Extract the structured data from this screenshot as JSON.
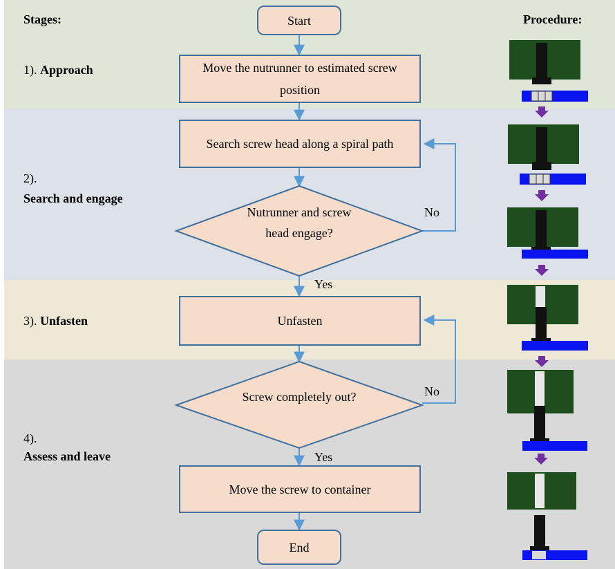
{
  "headers": {
    "stages": "Stages:",
    "procedure": "Procedure:"
  },
  "stages": [
    {
      "num": "1).",
      "name": "Approach"
    },
    {
      "num": "2).",
      "name": "Search and engage"
    },
    {
      "num": "3).",
      "name": "Unfasten"
    },
    {
      "num": "4).",
      "name": "Assess and leave"
    }
  ],
  "flow": {
    "start": "Start",
    "approach_step": "Move the nutrunner to estimated screw position",
    "search_step": "Search screw head along a spiral path",
    "engage_decision": "Nutrunner and screw head engage?",
    "unfasten_step": "Unfasten",
    "out_decision": "Screw completely out?",
    "container_step": "Move the screw to container",
    "end": "End",
    "yes1": "Yes",
    "no1": "No",
    "yes2": "Yes",
    "no2": "No"
  },
  "colors": {
    "band_approach": "#dfe6d8",
    "band_search": "#dde2ea",
    "band_unfasten": "#efe8d6",
    "band_assess": "#d9d9d9",
    "box_fill": "#f5dccb",
    "box_border": "#41719c",
    "arrow_blue": "#5b9bd5",
    "arrow_purple": "#7030a0",
    "part_green": "#1e4d1e",
    "screw_black": "#111111",
    "base_blue": "#0a14f0",
    "hole_grey": "#d9d9d9"
  }
}
